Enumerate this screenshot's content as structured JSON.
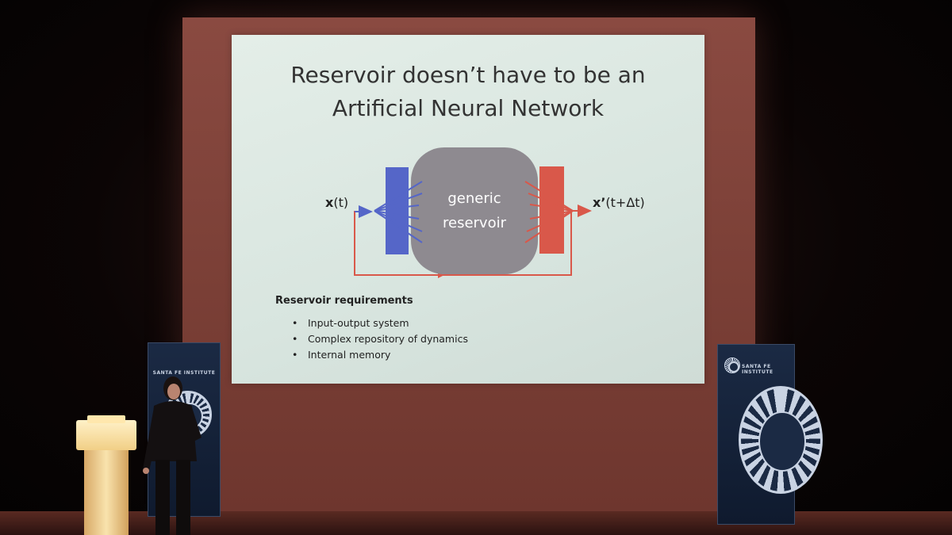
{
  "slide": {
    "title_line1": "Reservoir doesn’t have to be an",
    "title_line2": "Artificial Neural Network",
    "diagram": {
      "reservoir_line1": "generic",
      "reservoir_line2": "reservoir",
      "input_label_bold": "x",
      "input_label_rest": "(t)",
      "output_label_bold": "x’",
      "output_label_rest": "(t+Δt)"
    },
    "requirements_heading": "Reservoir requirements",
    "requirements": [
      "Input-output system",
      "Complex repository of dynamics",
      "Internal memory"
    ]
  },
  "banners": {
    "left_text": "SANTA FE INSTITUTE",
    "right_text": "SANTA FE INSTITUTE"
  },
  "colors": {
    "input_blue": "#5566c8",
    "output_red": "#d9584a",
    "reservoir_gray": "#8e8a90",
    "slide_bg": "#dde8e2",
    "screen": "#7d4138"
  }
}
